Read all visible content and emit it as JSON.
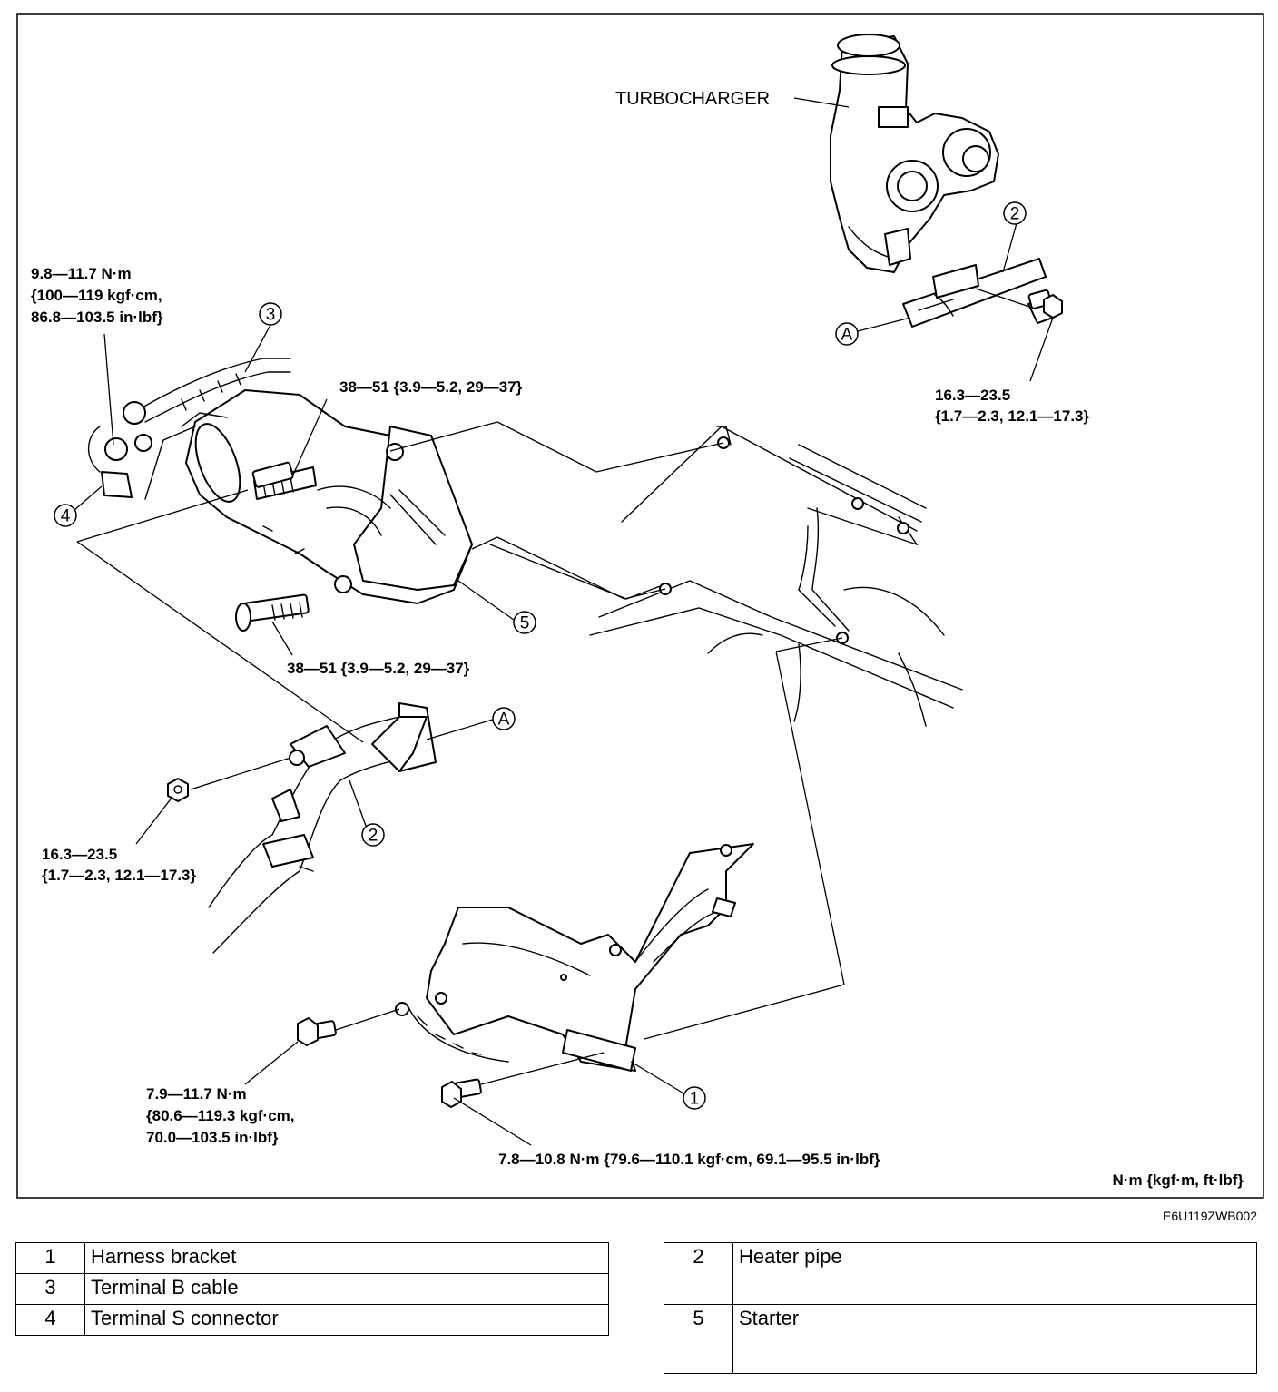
{
  "diagram": {
    "labels": {
      "turbocharger": "TURBOCHARGER",
      "torque_terminal_b_l1": "9.8—11.7 N·m",
      "torque_terminal_b_l2": "{100—119 kgf·cm,",
      "torque_terminal_b_l3": "86.8—103.5 in·lbf}",
      "torque_starter_top": "38—51 {3.9—5.2, 29—37}",
      "torque_starter_bottom": "38—51 {3.9—5.2, 29—37}",
      "torque_heater_turbo_l1": "16.3—23.5",
      "torque_heater_turbo_l2": "{1.7—2.3, 12.1—17.3}",
      "torque_heater_lower_l1": "16.3—23.5",
      "torque_heater_lower_l2": "{1.7—2.3, 12.1—17.3}",
      "torque_bracket_a_l1": "7.9—11.7 N·m",
      "torque_bracket_a_l2": "{80.6—119.3 kgf·cm,",
      "torque_bracket_a_l3": "70.0—103.5 in·lbf}",
      "torque_bracket_b": "7.8—10.8 N·m {79.6—110.1 kgf·cm, 69.1—95.5 in·lbf}",
      "unit_note": "N·m {kgf·m, ft·lbf}",
      "figure_code": "E6U119ZWB002"
    },
    "callouts": {
      "c1": "1",
      "c2a": "2",
      "c2b": "2",
      "c3": "3",
      "c4": "4",
      "c5": "5",
      "ref_a1": "A",
      "ref_a2": "A"
    }
  },
  "legend_left": [
    {
      "num": "1",
      "name": "Harness bracket"
    },
    {
      "num": "3",
      "name": "Terminal B cable"
    },
    {
      "num": "4",
      "name": "Terminal S connector"
    }
  ],
  "legend_right": [
    {
      "num": "2",
      "name": "Heater pipe"
    },
    {
      "num": "5",
      "name": "Starter"
    }
  ]
}
